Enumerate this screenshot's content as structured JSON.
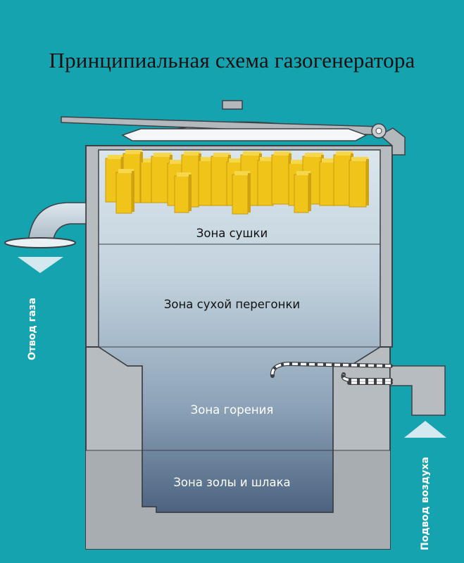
{
  "title": "Принципиальная схема газогенератора",
  "zones": {
    "drying": "Зона сушки",
    "distillation": "Зона сухой перегонки",
    "combustion": "Зона горения",
    "ash": "Зона золы и шлака"
  },
  "gas_outlet_label": "Отвод газа",
  "air_inlet_label": "Подвод воздуха",
  "colors": {
    "background": "#16a3b0",
    "fuel": "#f0c419",
    "body": "#b4b9be",
    "chamber_top": "#d5e2ea",
    "chamber_bottom": "#4d6480"
  }
}
